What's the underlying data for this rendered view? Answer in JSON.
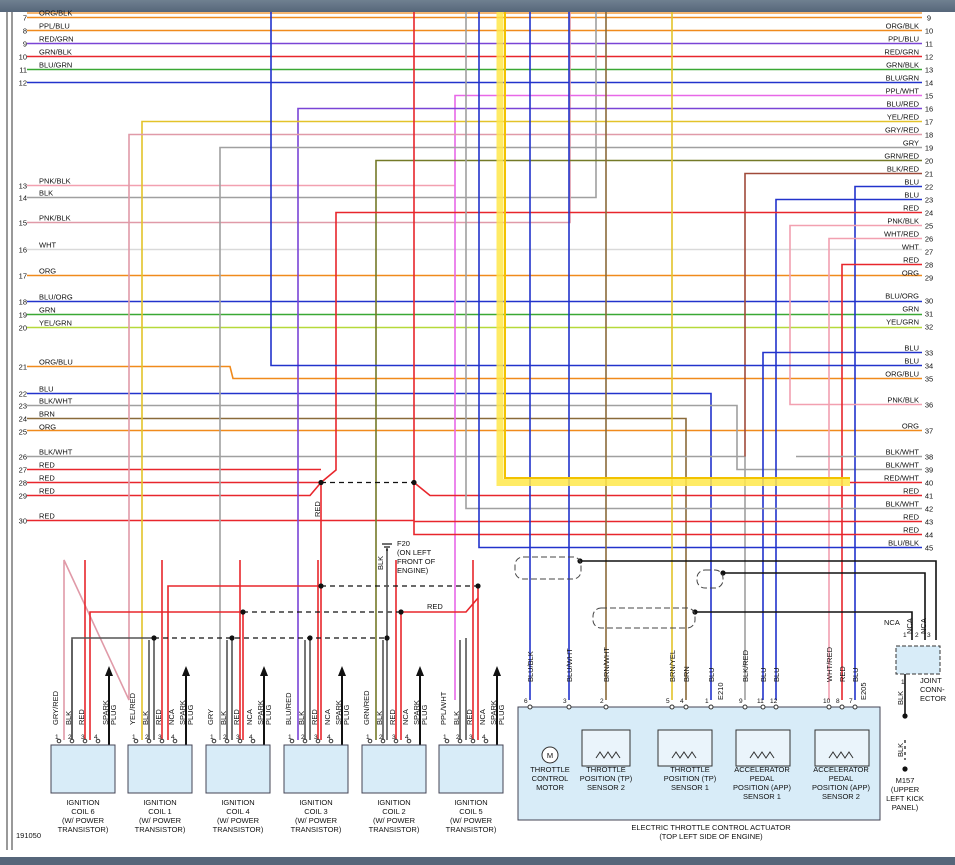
{
  "colors": {
    "RED": "#e8262c",
    "BLU": "#2233cc",
    "BLK": "#333333",
    "WHT": "#d9d9d9",
    "ORG": "#f08a1c",
    "GRN": "#3aa834",
    "YEL": "#e3c32a",
    "GRY": "#a0a0a0",
    "BRN": "#8a6a3a",
    "PPL": "#7a44d6",
    "PNK": "#f2a0b0",
    "PNK2": "#e09aa8",
    "LGRN": "#b6d93a",
    "OLIVE": "#747a28",
    "BRNRED": "#a04a3a",
    "VIO": "#e868e8",
    "HL": "#ffe84a",
    "BOX": "#d8ecf8"
  },
  "left_wires": [
    {
      "num": "7",
      "label": "ORG/BLK"
    },
    {
      "num": "8",
      "label": "PPL/BLU"
    },
    {
      "num": "9",
      "label": "RED/GRN"
    },
    {
      "num": "10",
      "label": "GRN/BLK"
    },
    {
      "num": "11",
      "label": "BLU/GRN"
    },
    {
      "num": "12",
      "label": ""
    },
    {
      "num": "13",
      "label": "PNK/BLK"
    },
    {
      "num": "14",
      "label": "BLK"
    },
    {
      "num": "15",
      "label": "PNK/BLK"
    },
    {
      "num": "16",
      "label": "WHT"
    },
    {
      "num": "17",
      "label": "ORG"
    },
    {
      "num": "18",
      "label": "BLU/ORG"
    },
    {
      "num": "19",
      "label": "GRN"
    },
    {
      "num": "20",
      "label": "YEL/GRN"
    },
    {
      "num": "21",
      "label": "ORG/BLU"
    },
    {
      "num": "22",
      "label": "BLU"
    },
    {
      "num": "23",
      "label": "BLK/WHT"
    },
    {
      "num": "24",
      "label": "BRN"
    },
    {
      "num": "25",
      "label": "ORG"
    },
    {
      "num": "26",
      "label": "BLK/WHT"
    },
    {
      "num": "27",
      "label": "RED"
    },
    {
      "num": "28",
      "label": "RED"
    },
    {
      "num": "29",
      "label": "RED"
    },
    {
      "num": "30",
      "label": "RED"
    }
  ],
  "right_wires": [
    {
      "num": "9",
      "label": ""
    },
    {
      "num": "10",
      "label": "ORG/BLK"
    },
    {
      "num": "11",
      "label": "PPL/BLU"
    },
    {
      "num": "12",
      "label": "RED/GRN"
    },
    {
      "num": "13",
      "label": "GRN/BLK"
    },
    {
      "num": "14",
      "label": "BLU/GRN"
    },
    {
      "num": "15",
      "label": "PPL/WHT"
    },
    {
      "num": "16",
      "label": "BLU/RED"
    },
    {
      "num": "17",
      "label": "YEL/RED"
    },
    {
      "num": "18",
      "label": "GRY/RED"
    },
    {
      "num": "19",
      "label": "GRY"
    },
    {
      "num": "20",
      "label": "GRN/RED"
    },
    {
      "num": "21",
      "label": "BLK/RED"
    },
    {
      "num": "22",
      "label": "BLU"
    },
    {
      "num": "23",
      "label": "BLU"
    },
    {
      "num": "24",
      "label": "RED"
    },
    {
      "num": "25",
      "label": "PNK/BLK"
    },
    {
      "num": "26",
      "label": "WHT/RED"
    },
    {
      "num": "27",
      "label": "WHT"
    },
    {
      "num": "28",
      "label": "RED"
    },
    {
      "num": "29",
      "label": "ORG"
    },
    {
      "num": "30",
      "label": "BLU/ORG"
    },
    {
      "num": "31",
      "label": "GRN"
    },
    {
      "num": "32",
      "label": "YEL/GRN"
    },
    {
      "num": "33",
      "label": "BLU"
    },
    {
      "num": "34",
      "label": "BLU"
    },
    {
      "num": "35",
      "label": "ORG/BLU"
    },
    {
      "num": "36",
      "label": "PNK/BLK"
    },
    {
      "num": "37",
      "label": "ORG"
    },
    {
      "num": "38",
      "label": "BLK/WHT"
    },
    {
      "num": "39",
      "label": "BLK/WHT"
    },
    {
      "num": "40",
      "label": "RED/WHT"
    },
    {
      "num": "41",
      "label": "RED"
    },
    {
      "num": "42",
      "label": "BLK/WHT"
    },
    {
      "num": "43",
      "label": "RED"
    },
    {
      "num": "44",
      "label": "RED"
    },
    {
      "num": "45",
      "label": "BLU/BLK"
    }
  ],
  "coils": [
    {
      "name": "IGNITION\nCOIL 6",
      "sub": "(W/ POWER\nTRANSISTOR)",
      "wires": [
        "GRY/RED",
        "BLK",
        "RED",
        "SPARK\nPLUG"
      ],
      "pins": [
        "1",
        "2",
        "3",
        "4"
      ]
    },
    {
      "name": "IGNITION\nCOIL 1",
      "sub": "(W/ POWER\nTRANSISTOR)",
      "wires": [
        "YEL/RED",
        "BLK",
        "RED",
        "NCA",
        "SPARK\nPLUG"
      ],
      "pins": [
        "1",
        "2",
        "3",
        "4"
      ]
    },
    {
      "name": "IGNITION\nCOIL 4",
      "sub": "(W/ POWER\nTRANSISTOR)",
      "wires": [
        "GRY",
        "BLK",
        "RED",
        "NCA",
        "SPARK\nPLUG"
      ],
      "pins": [
        "1",
        "2",
        "3",
        "4"
      ]
    },
    {
      "name": "IGNITION\nCOIL 3",
      "sub": "(W/ POWER\nTRANSISTOR)",
      "wires": [
        "BLU/RED",
        "BLK",
        "RED",
        "NCA",
        "SPARK\nPLUG"
      ],
      "pins": [
        "1",
        "2",
        "3",
        "4"
      ]
    },
    {
      "name": "IGNITION\nCOIL 2",
      "sub": "(W/ POWER\nTRANSISTOR)",
      "wires": [
        "GRN/RED",
        "BLK",
        "RED",
        "NCA",
        "SPARK\nPLUG"
      ],
      "pins": [
        "1",
        "2",
        "3",
        "4"
      ]
    },
    {
      "name": "IGNITION\nCOIL 5",
      "sub": "(W/ POWER\nTRANSISTOR)",
      "wires": [
        "PPL/WHT",
        "BLK",
        "RED",
        "NCA",
        "SPARK\nPLUG"
      ],
      "pins": [
        "1",
        "2",
        "3",
        "4"
      ]
    }
  ],
  "etc": {
    "title": "ELECTRIC THROTTLE CONTROL ACTUATOR",
    "subtitle": "(TOP LEFT SIDE OF ENGINE)",
    "motor_symbol": "M",
    "connector_e210": "E210",
    "connector_e205": "E205",
    "components": [
      "THROTTLE\nCONTROL\nMOTOR",
      "THROTTLE\nPOSITION (TP)\nSENSOR 2",
      "THROTTLE\nPOSITION (TP)\nSENSOR 1",
      "ACCELERATOR\nPEDAL\nPOSITION (APP)\nSENSOR 1",
      "ACCELERATOR\nPEDAL\nPOSITION (APP)\nSENSOR 2"
    ],
    "wires": [
      {
        "pin": "6",
        "label": "BLU/BLK"
      },
      {
        "pin": "3",
        "label": "BLU/WHT"
      },
      {
        "pin": "2",
        "label": "BRN/WHT"
      },
      {
        "pin": "5",
        "label": "BRN/YEL"
      },
      {
        "pin": "4",
        "label": "BRN"
      },
      {
        "pin": "1",
        "label": "BLU"
      },
      {
        "pin": "9",
        "label": "BLK/RED"
      },
      {
        "pin": "11",
        "label": "BLU"
      },
      {
        "pin": "12",
        "label": "BLU"
      },
      {
        "pin": "10",
        "label": "WHT/RED"
      },
      {
        "pin": "8",
        "label": "RED"
      },
      {
        "pin": "7",
        "label": "BLU"
      }
    ]
  },
  "ground_f20": {
    "wire": "BLK",
    "label": "F20\n(ON LEFT\nFRONT OF\nENGINE)"
  },
  "red_splice_label": "RED",
  "red_vertical_label": "RED",
  "joint_connector": {
    "label": "JOINT\nCONN-\nECTOR",
    "pins": [
      "1",
      "2",
      "3"
    ],
    "nca_top": [
      "NCA",
      "NCA"
    ],
    "nca_left": "NCA"
  },
  "ground_m157": {
    "wires": [
      "BLK",
      "BLK"
    ],
    "pins": [
      "1"
    ],
    "label": "M157\n(UPPER\nLEFT KICK\nPANEL)"
  },
  "figure_id": "191050"
}
